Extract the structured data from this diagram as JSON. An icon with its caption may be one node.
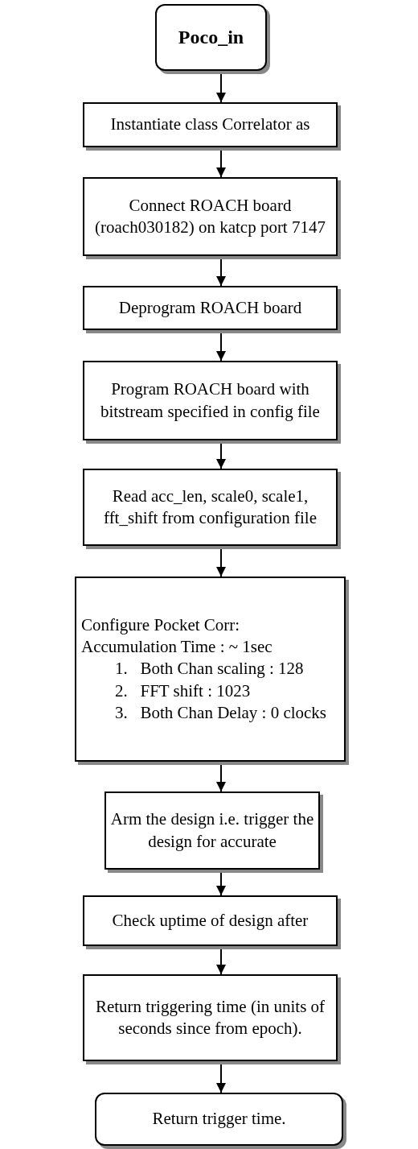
{
  "diagram": {
    "nodes": [
      {
        "text": [
          "Poco_in"
        ]
      },
      {
        "text": [
          "Instantiate class Correlator as"
        ]
      },
      {
        "text": [
          "Connect ROACH board (roach030182) on katcp port 7147"
        ]
      },
      {
        "text": [
          "Deprogram ROACH board"
        ]
      },
      {
        "text": [
          "Program ROACH board with bitstream specified in config file"
        ]
      },
      {
        "text": [
          "Read acc_len, scale0, scale1, fft_shift from configuration file"
        ]
      },
      {
        "text": [
          "Configure Pocket Corr:",
          "Accumulation Time : ~ 1sec",
          "1.   Both Chan scaling : 128",
          "2.   FFT shift : 1023",
          "3.   Both Chan Delay : 0 clocks"
        ]
      },
      {
        "text": [
          "Arm the design i.e. trigger the design for accurate"
        ]
      },
      {
        "text": [
          "Check uptime of design after"
        ]
      },
      {
        "text": [
          "Return triggering time (in units of seconds since from epoch)."
        ]
      },
      {
        "text": [
          "Return trigger time."
        ]
      }
    ],
    "edges": [
      {
        "from": 0,
        "to": 1,
        "arrow": "to"
      },
      {
        "from": 1,
        "to": 2,
        "arrow": "to"
      },
      {
        "from": 2,
        "to": 3,
        "arrow": "to"
      },
      {
        "from": 3,
        "to": 4,
        "arrow": "to"
      },
      {
        "from": 4,
        "to": 5,
        "arrow": "to"
      },
      {
        "from": 5,
        "to": 6,
        "arrow": "to"
      },
      {
        "from": 6,
        "to": 7,
        "arrow": "to"
      },
      {
        "from": 7,
        "to": 8,
        "arrow": "to"
      },
      {
        "from": 8,
        "to": 9,
        "arrow": "to"
      },
      {
        "from": 9,
        "to": 10,
        "arrow": "to"
      }
    ]
  }
}
